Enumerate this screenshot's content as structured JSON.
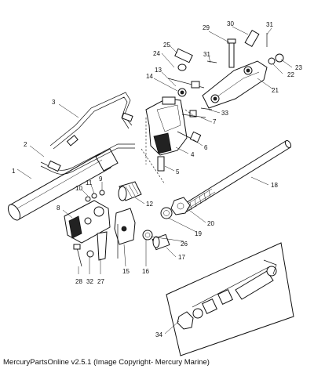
{
  "caption": "MercuryPartsOnline v2.5.1 (Image Copyright- Mercury Marine)",
  "callouts": [
    "1",
    "2",
    "3",
    "4",
    "5",
    "6",
    "7",
    "8",
    "9",
    "10",
    "11",
    "12",
    "13",
    "14",
    "15",
    "16",
    "17",
    "18",
    "19",
    "20",
    "21",
    "22",
    "23",
    "24",
    "25",
    "26",
    "27",
    "28",
    "29",
    "30",
    "31",
    "32",
    "33",
    "34"
  ]
}
